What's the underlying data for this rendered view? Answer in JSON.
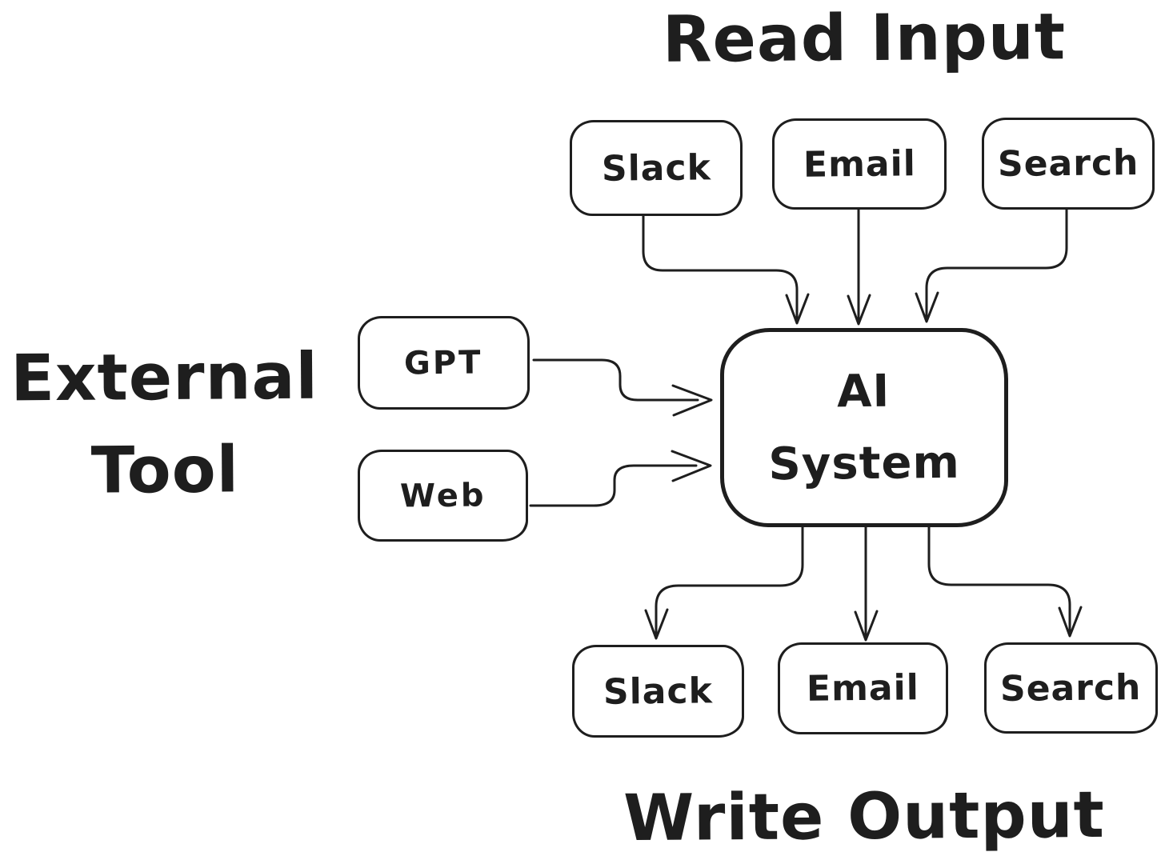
{
  "canvas": {
    "background": "#ffffff",
    "stroke_color": "#1e1e1e"
  },
  "titles": {
    "read_input": "Read Input",
    "external_tool_line1": "External",
    "external_tool_line2": "Tool",
    "write_output": "Write Output"
  },
  "nodes": {
    "inputs": [
      "Slack",
      "Email",
      "Search"
    ],
    "external_tools": [
      "GPT",
      "Web"
    ],
    "ai": {
      "line1": "AI",
      "line2": "System"
    },
    "outputs": [
      "Slack",
      "Email",
      "Search"
    ]
  }
}
